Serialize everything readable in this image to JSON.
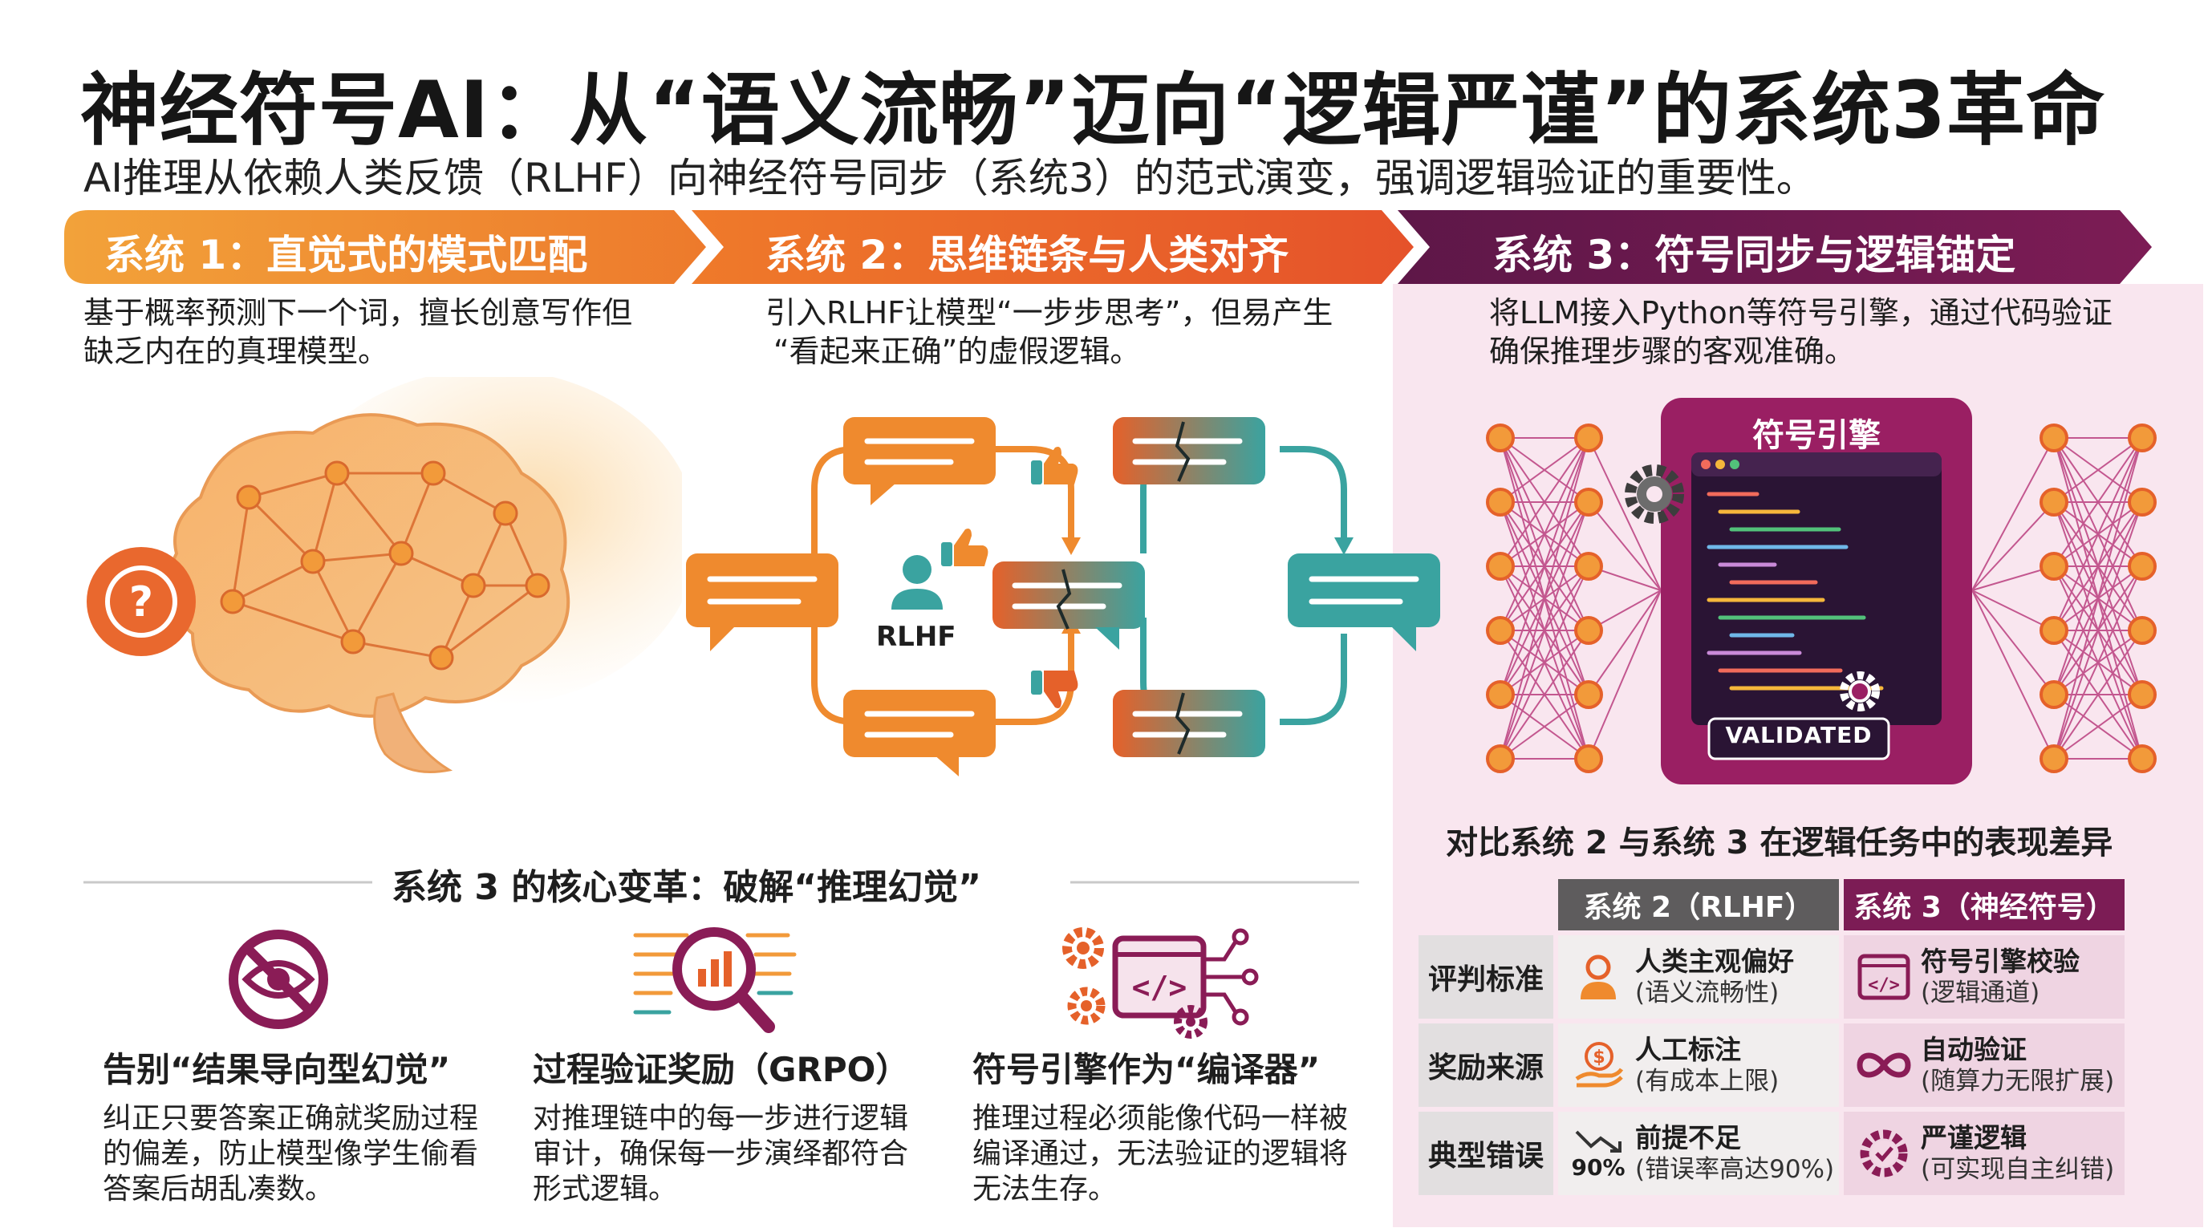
{
  "title": "神经符号AI：从“语义流畅”迈向“逻辑严谨”的系统3革命",
  "subtitle": "AI推理从依赖人类反馈（RLHF）向神经符号同步（系统3）的范式演变，强调逻辑验证的重要性。",
  "colors": {
    "orange": "#ef8a2e",
    "orange_dark": "#e4612a",
    "teal": "#3aa3a0",
    "magenta": "#8a1c56",
    "plum": "#5b1744",
    "panel_pink": "#f9e6ef"
  },
  "systems": [
    {
      "banner": "系统 1：直觉式的模式匹配",
      "desc_lines": [
        "基于概率预测下一个词，擅长创意写作但",
        "缺乏内在的真理模型。"
      ],
      "icon": "brain-network-icon"
    },
    {
      "banner": "系统 2：思维链条与人类对齐",
      "desc_lines": [
        "引入RLHF让模型“一步步思考”，但易产生",
        "“看起来正确”的虚假逻辑。"
      ],
      "icon": "rlhf-loop-icon",
      "label": "RLHF"
    },
    {
      "banner": "系统 3：符号同步与逻辑锚定",
      "desc_lines": [
        "将LLM接入Python等符号引擎，通过代码验证",
        "确保推理步骤的客观准确。"
      ],
      "icon": "symbolic-engine-icon",
      "engine_title": "符号引擎",
      "badge": "VALIDATED"
    }
  ],
  "core": {
    "heading": "系统 3 的核心变革：破解“推理幻觉”",
    "features": [
      {
        "title": "告别“结果导向型幻觉”",
        "desc_lines": [
          "纠正只要答案正确就奖励过程",
          "的偏差，防止模型像学生偷看",
          "答案后胡乱凑数。"
        ],
        "icon": "no-hallucination-icon"
      },
      {
        "title": "过程验证奖励（GRPO）",
        "desc_lines": [
          "对推理链中的每一步进行逻辑",
          "审计，确保每一步演绎都符合",
          "形式逻辑。"
        ],
        "icon": "process-audit-icon"
      },
      {
        "title": "符号引擎作为“编译器”",
        "desc_lines": [
          "推理过程必须能像代码一样被",
          "编译通过，无法验证的逻辑将",
          "无法生存。"
        ],
        "icon": "code-compiler-icon"
      }
    ]
  },
  "comparison": {
    "heading": "对比系统 2 与系统 3 在逻辑任务中的表现差异",
    "col2": "系统 2（RLHF）",
    "col3": "系统 3（神经符号）",
    "rows": [
      {
        "criterion": "评判标准",
        "s2_main": "人类主观偏好",
        "s2_sub": "(语义流畅性)",
        "s2_icon": "person-icon",
        "s3_main": "符号引擎校验",
        "s3_sub": "(逻辑通道)",
        "s3_icon": "code-window-icon"
      },
      {
        "criterion": "奖励来源",
        "s2_main": "人工标注",
        "s2_sub": "(有成本上限)",
        "s2_icon": "money-hand-icon",
        "s3_main": "自动验证",
        "s3_sub": "(随算力无限扩展)",
        "s3_icon": "infinity-icon"
      },
      {
        "criterion": "典型错误",
        "s2_main": "前提不足",
        "s2_sub": "(错误率高达90%)",
        "s2_icon": "trend-down-icon",
        "s2_metric": "90%",
        "s3_main": "严谨逻辑",
        "s3_sub": "(可实现自主纠错)",
        "s3_icon": "gear-check-icon"
      }
    ]
  }
}
